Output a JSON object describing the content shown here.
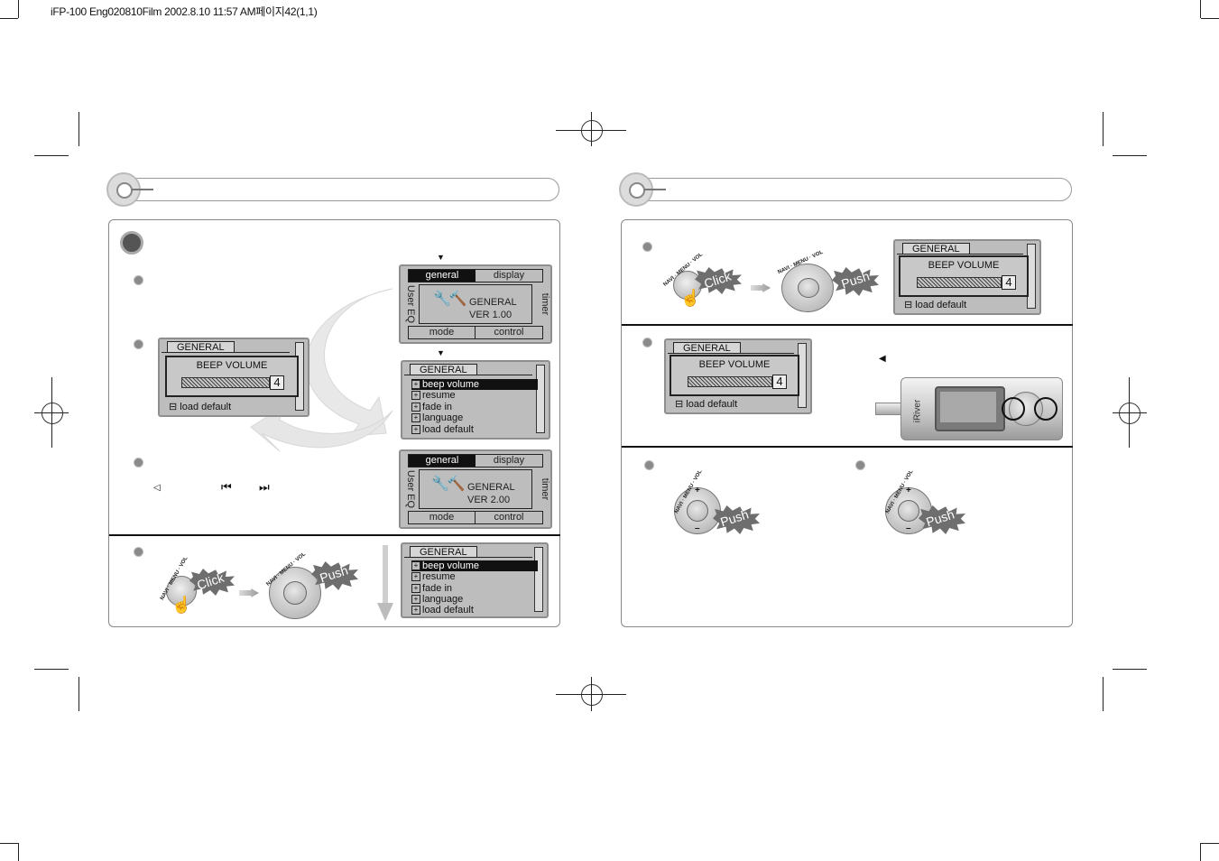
{
  "header": {
    "print_line": "iFP-100 Eng020810Film  2002.8.10 11:57 AM페이지42(1,1)"
  },
  "lcd": {
    "tab_general": "GENERAL",
    "beep_volume": "BEEP  VOLUME",
    "beep_value": "4",
    "load_default": "load default",
    "menu_items": [
      "beep volume",
      "resume",
      "fade in",
      "language",
      "load default"
    ]
  },
  "mode_screen_1": {
    "top_left": "general",
    "top_right": "display",
    "bottom_left": "mode",
    "bottom_right": "control",
    "side_left": "User EQ",
    "side_right": "timer",
    "line1": "GENERAL",
    "line2": "VER 1.00"
  },
  "mode_screen_2": {
    "top_left": "general",
    "top_right": "display",
    "bottom_left": "mode",
    "bottom_right": "control",
    "side_left": "User EQ",
    "side_right": "timer",
    "line1": "GENERAL",
    "line2": "VER 2.00"
  },
  "controls": {
    "wheel_label": "NAVI · MENU · VOL",
    "click": "Click",
    "push": "Push",
    "prev_symbol": "⏮",
    "next_symbol": "⏭",
    "left_arrow": "◁",
    "left_arrow_solid": "◀",
    "down_arrow": "▼",
    "plus": "+",
    "minus": "–"
  },
  "device": {
    "brand": "iRiver"
  }
}
